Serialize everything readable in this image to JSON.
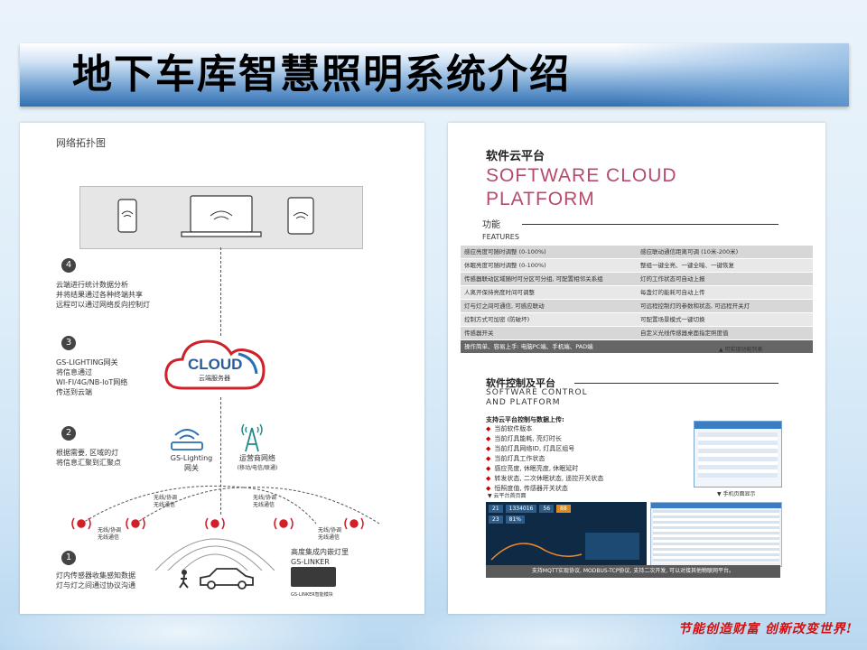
{
  "slide": {
    "title": "地下车库智慧照明系统介绍",
    "slogan": "节能创造财富 创新改变世界!"
  },
  "left_panel": {
    "heading": "网络拓扑图",
    "step4": {
      "num": "4",
      "lines": [
        "云端进行统计数据分析",
        "并将结果通过各种终端共享",
        "远程可以通过网络反向控制灯"
      ]
    },
    "step3": {
      "num": "3",
      "lines": [
        "GS-LIGHTING网关",
        "将信息通过",
        "WI-FI/4G/NB-IoT网络",
        "传送到云端"
      ]
    },
    "step2": {
      "num": "2",
      "lines": [
        "根据需要, 区域的灯",
        "将信息汇聚到汇聚点"
      ]
    },
    "step1": {
      "num": "1",
      "lines": [
        "灯内传感器收集感知数据",
        "灯与灯之间通过协议沟通"
      ]
    },
    "cloud": {
      "label": "CLOUD",
      "sub": "云端服务器"
    },
    "gateway": {
      "label": "GS-Lighting",
      "sub": "网关"
    },
    "carrier": {
      "label": "运营商网络",
      "sub": "(移动/电信/联通)"
    },
    "linker": {
      "line1": "高度集成内嵌灯里",
      "line2": "GS-LINKER",
      "chip": "GS-LINKER智能模块"
    },
    "wireless": [
      "无线/协调",
      "无线通信",
      "无线/协调",
      "无线通信",
      "无线/协调",
      "无线通信",
      "无线/协调",
      "无线通信"
    ]
  },
  "right_panel": {
    "cn_title": "软件云平台",
    "en_title_1": "SOFTWARE CLOUD",
    "en_title_2": "PLATFORM",
    "features_cn": "功能",
    "features_en": "FEATURES",
    "features": [
      [
        "感应亮度可随时调整 (0-100%)",
        "感应联动通信距离可调 (10米-200米)"
      ],
      [
        "休眠亮度可随时调整 (0-100%)",
        "整组一键全亮、一键全暗、一键恢复"
      ],
      [
        "传感器联动区域随时可分区可分组, 可配置相邻关系组",
        "灯的工作状态可自动上报"
      ],
      [
        "人离开保持亮度时间可调整",
        "每盏灯的能耗可自动上传"
      ],
      [
        "灯与灯之间可通信, 可感应联动",
        "可远程控制灯的参数和状态, 可远程开关灯"
      ],
      [
        "控制方式可加密 (防破坏)",
        "可配置场景模式一键切换"
      ],
      [
        "传感器开关",
        "自定义光线传感器桌面指定照度值"
      ]
    ],
    "features_footer": "操作简单、容易上手: 电脑PC端、手机端、PAD端",
    "features_caption": "可实现功能列表",
    "control_cn": "软件控制及平台",
    "control_en_1": "SOFTWARE CONTROL",
    "control_en_2": "AND PLATFORM",
    "support_title": "支持云平台控制与数据上传:",
    "bullets": [
      "当前软件版本",
      "当前灯具能耗, 亮灯时长",
      "当前灯具网络ID, 灯具区组号",
      "当前灯具工作状态",
      "感应亮度, 休眠亮度, 休眠延时",
      "转发状态, 二次休眠状态, 遥控开关状态",
      "恒照度值, 传感器开关状态"
    ],
    "phone_caption": "手机页面显示",
    "cloud_caption": "云平台首页面",
    "footer_note": "支持MQTT实现协议, MODBUS-TCP协议, 支持二次开发, 可以对接其他物联网平台。",
    "dash_stats": [
      "21",
      "1334016",
      "56",
      "88",
      "23",
      "81%"
    ]
  }
}
